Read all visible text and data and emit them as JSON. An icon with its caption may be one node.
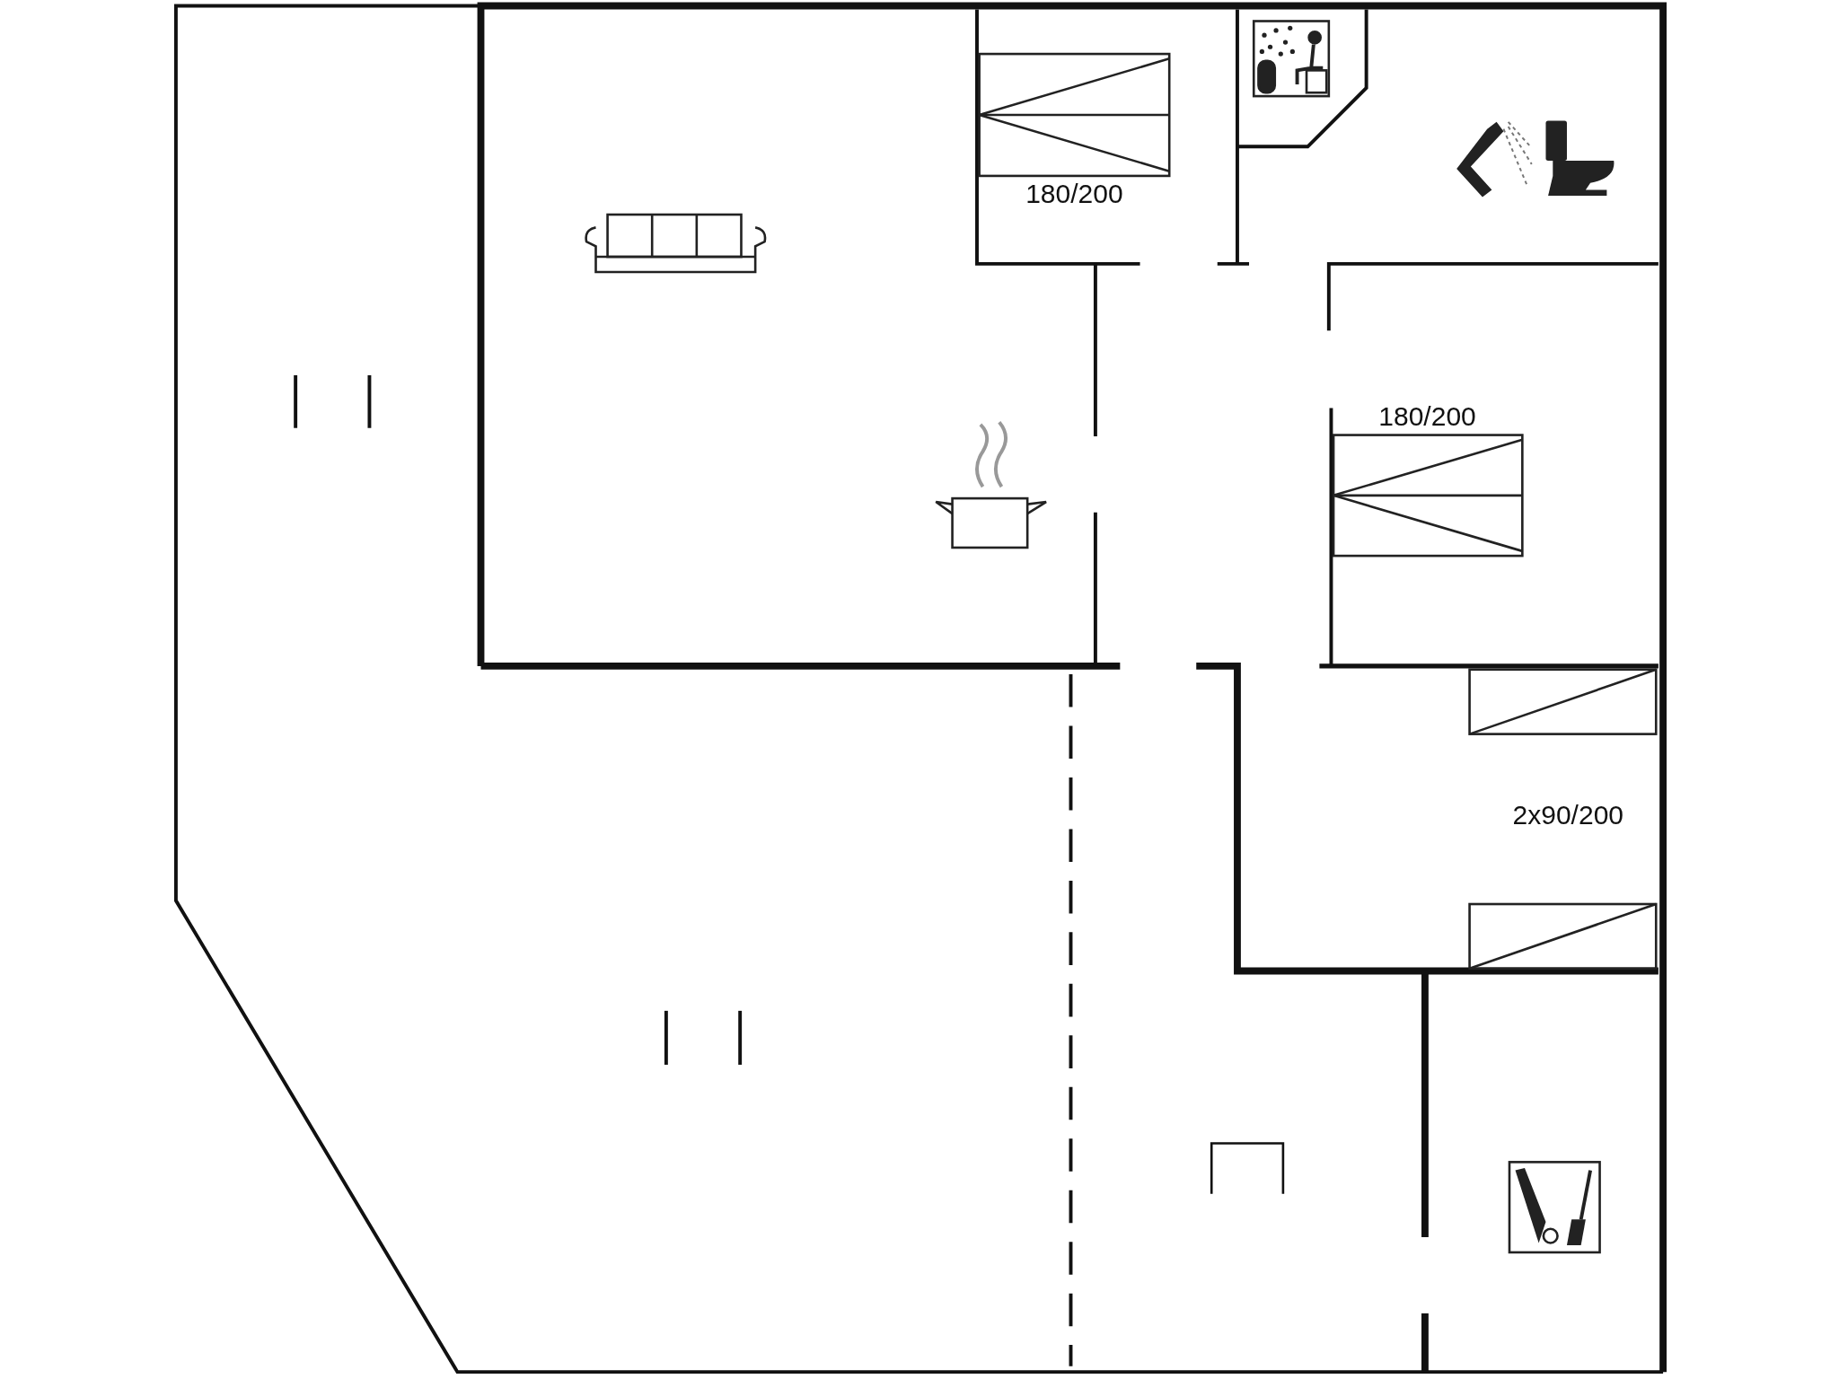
{
  "diagram": {
    "labels": [
      "180/200",
      "180/200",
      "2x90/200"
    ]
  }
}
